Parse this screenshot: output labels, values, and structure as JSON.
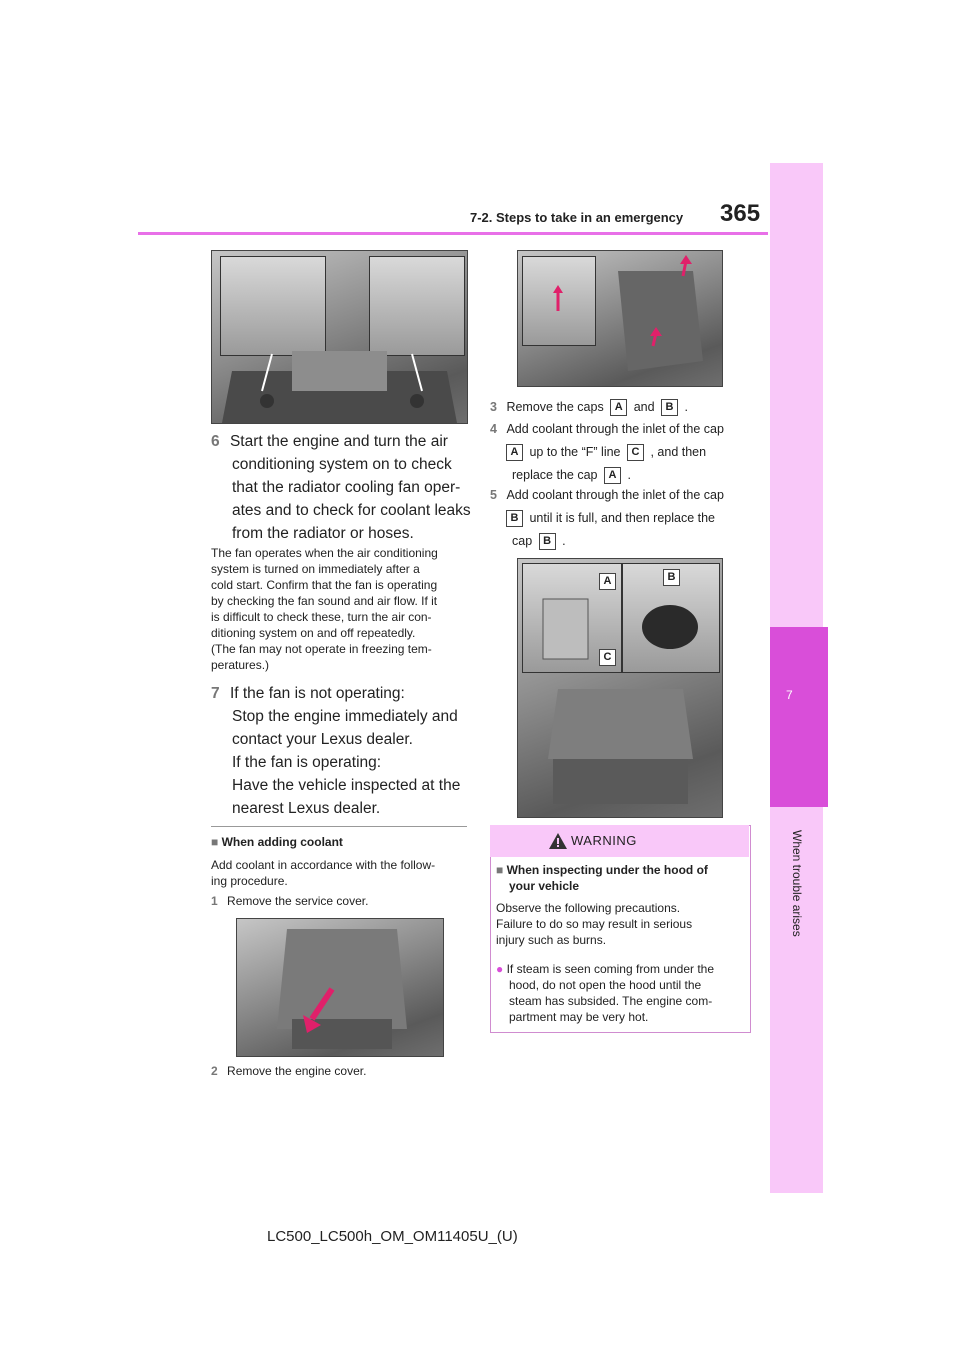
{
  "header": {
    "section_title": "7-2. Steps to take in an emergency",
    "page_number": "365"
  },
  "side_tab": {
    "chapter_number": "7",
    "chapter_label": "When trouble arises"
  },
  "left_column": {
    "step6_num": "6",
    "step6_lines": [
      "Start the engine and turn the air",
      "conditioning system on to check",
      "that the radiator cooling fan oper-",
      "ates and to check for coolant leaks",
      "from the radiator or hoses."
    ],
    "note_lines": [
      "The fan operates when the air conditioning",
      "system is turned on immediately after a",
      "cold start. Confirm that the fan is operating",
      "by checking the fan sound and air flow. If it",
      "is difficult to check these, turn the air con-",
      "ditioning system on and off repeatedly.",
      "(The fan may not operate in freezing tem-",
      "peratures.)"
    ],
    "step7_num": "7",
    "step7_lines": [
      "If the fan is not operating:",
      "Stop the engine immediately and",
      "contact your Lexus dealer.",
      "If the fan is operating:",
      "Have the vehicle inspected at the",
      "nearest Lexus dealer."
    ],
    "adding_heading_marker": "■",
    "adding_heading": "When adding coolant",
    "adding_intro_lines": [
      "Add coolant in accordance with the follow-",
      "ing procedure."
    ],
    "step1_num": "1",
    "step1_text": "Remove the service cover.",
    "step2_num": "2",
    "step2_text": "Remove the engine cover."
  },
  "right_column": {
    "step3_num": "3",
    "step3_text_a": "Remove the caps",
    "step3_text_b": "and",
    "step3_text_c": ".",
    "step4_num": "4",
    "step4_text_a": "Add coolant through the inlet of the cap",
    "step4_text_b": "up to the “F” line",
    "step4_text_c": ", and then",
    "step4_text_d": "replace the cap",
    "step4_text_e": ".",
    "step5_num": "5",
    "step5_text_a": "Add coolant through the inlet of the cap",
    "step5_text_b": "until it is full, and then replace the",
    "step5_text_c": "cap",
    "step5_text_d": ".",
    "tag_a": "A",
    "tag_b": "B",
    "tag_c": "C"
  },
  "warning": {
    "title": "WARNING",
    "heading_marker": "■",
    "heading_lines": [
      "When inspecting under the hood of",
      "your vehicle"
    ],
    "body_lines": [
      "Observe the following precautions.",
      "Failure to do so may result in serious",
      "injury such as burns."
    ],
    "bullet_marker": "●",
    "bullet_lines": [
      "If steam is seen coming from under the",
      "hood, do not open the hood until the",
      "steam has subsided. The engine com-",
      "partment may be very hot."
    ]
  },
  "footer": {
    "doc_code": "LC500_LC500h_OM_OM11405U_(U)"
  },
  "colors": {
    "accent_pink": "#e870e8",
    "tab_light": "#f9c8f9",
    "tab_dark": "#d94ed9",
    "arrow_pink": "#e0206a"
  }
}
